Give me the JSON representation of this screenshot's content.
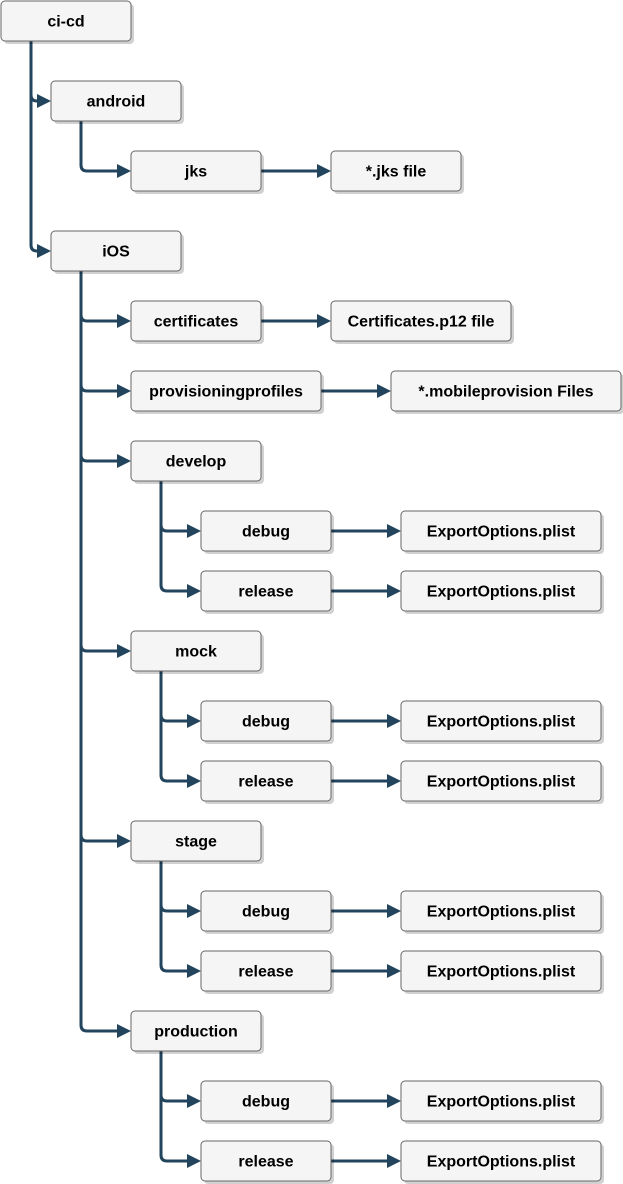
{
  "colors": {
    "node_fill": "#f5f5f5",
    "node_border": "#666666",
    "connector": "#23445d"
  },
  "nodes": [
    {
      "id": "ci-cd",
      "label": "ci-cd"
    },
    {
      "id": "android",
      "label": "android"
    },
    {
      "id": "jks",
      "label": "jks"
    },
    {
      "id": "jks-file",
      "label": "*.jks file"
    },
    {
      "id": "ios",
      "label": "iOS"
    },
    {
      "id": "certificates",
      "label": "certificates"
    },
    {
      "id": "certificates-file",
      "label": "Certificates.p12 file"
    },
    {
      "id": "provisioningprofiles",
      "label": "provisioningprofiles"
    },
    {
      "id": "mobileprovision-files",
      "label": "*.mobileprovision Files"
    },
    {
      "id": "develop",
      "label": "develop"
    },
    {
      "id": "develop-debug",
      "label": "debug"
    },
    {
      "id": "develop-debug-plist",
      "label": "ExportOptions.plist"
    },
    {
      "id": "develop-release",
      "label": "release"
    },
    {
      "id": "develop-release-plist",
      "label": "ExportOptions.plist"
    },
    {
      "id": "mock",
      "label": "mock"
    },
    {
      "id": "mock-debug",
      "label": "debug"
    },
    {
      "id": "mock-debug-plist",
      "label": "ExportOptions.plist"
    },
    {
      "id": "mock-release",
      "label": "release"
    },
    {
      "id": "mock-release-plist",
      "label": "ExportOptions.plist"
    },
    {
      "id": "stage",
      "label": "stage"
    },
    {
      "id": "stage-debug",
      "label": "debug"
    },
    {
      "id": "stage-debug-plist",
      "label": "ExportOptions.plist"
    },
    {
      "id": "stage-release",
      "label": "release"
    },
    {
      "id": "stage-release-plist",
      "label": "ExportOptions.plist"
    },
    {
      "id": "production",
      "label": "production"
    },
    {
      "id": "production-debug",
      "label": "debug"
    },
    {
      "id": "production-debug-plist",
      "label": "ExportOptions.plist"
    },
    {
      "id": "production-release",
      "label": "release"
    },
    {
      "id": "production-release-plist",
      "label": "ExportOptions.plist"
    }
  ],
  "edges": [
    {
      "from": "ci-cd",
      "to": "android",
      "kind": "tree"
    },
    {
      "from": "ci-cd",
      "to": "ios",
      "kind": "tree"
    },
    {
      "from": "android",
      "to": "jks",
      "kind": "tree"
    },
    {
      "from": "jks",
      "to": "jks-file",
      "kind": "direct"
    },
    {
      "from": "ios",
      "to": "certificates",
      "kind": "tree"
    },
    {
      "from": "ios",
      "to": "provisioningprofiles",
      "kind": "tree"
    },
    {
      "from": "ios",
      "to": "develop",
      "kind": "tree"
    },
    {
      "from": "ios",
      "to": "mock",
      "kind": "tree"
    },
    {
      "from": "ios",
      "to": "stage",
      "kind": "tree"
    },
    {
      "from": "ios",
      "to": "production",
      "kind": "tree"
    },
    {
      "from": "certificates",
      "to": "certificates-file",
      "kind": "direct"
    },
    {
      "from": "provisioningprofiles",
      "to": "mobileprovision-files",
      "kind": "direct"
    },
    {
      "from": "develop",
      "to": "develop-debug",
      "kind": "tree"
    },
    {
      "from": "develop",
      "to": "develop-release",
      "kind": "tree"
    },
    {
      "from": "develop-debug",
      "to": "develop-debug-plist",
      "kind": "direct"
    },
    {
      "from": "develop-release",
      "to": "develop-release-plist",
      "kind": "direct"
    },
    {
      "from": "mock",
      "to": "mock-debug",
      "kind": "tree"
    },
    {
      "from": "mock",
      "to": "mock-release",
      "kind": "tree"
    },
    {
      "from": "mock-debug",
      "to": "mock-debug-plist",
      "kind": "direct"
    },
    {
      "from": "mock-release",
      "to": "mock-release-plist",
      "kind": "direct"
    },
    {
      "from": "stage",
      "to": "stage-debug",
      "kind": "tree"
    },
    {
      "from": "stage",
      "to": "stage-release",
      "kind": "tree"
    },
    {
      "from": "stage-debug",
      "to": "stage-debug-plist",
      "kind": "direct"
    },
    {
      "from": "stage-release",
      "to": "stage-release-plist",
      "kind": "direct"
    },
    {
      "from": "production",
      "to": "production-debug",
      "kind": "tree"
    },
    {
      "from": "production",
      "to": "production-release",
      "kind": "tree"
    },
    {
      "from": "production-debug",
      "to": "production-debug-plist",
      "kind": "direct"
    },
    {
      "from": "production-release",
      "to": "production-release-plist",
      "kind": "direct"
    }
  ]
}
